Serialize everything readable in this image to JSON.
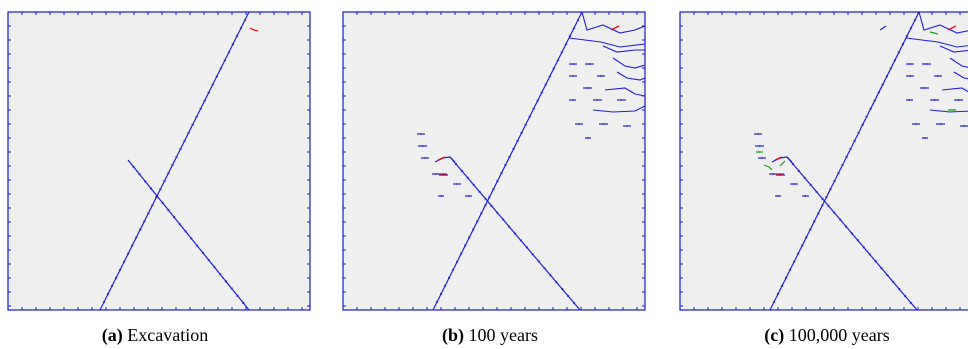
{
  "figure": {
    "colors": {
      "background": "#efefef",
      "border": "#1a1acc",
      "fracture": "#1f1fd6",
      "red": "#e01010",
      "green": "#15a015"
    },
    "panels": [
      {
        "id": "a",
        "label": "(a)",
        "caption": "Excavation",
        "stage": "excavation"
      },
      {
        "id": "b",
        "label": "(b)",
        "caption": "100 years",
        "stage": "100-years"
      },
      {
        "id": "c",
        "label": "(c)",
        "caption": "100,000 years",
        "stage": "100000-years"
      }
    ]
  }
}
